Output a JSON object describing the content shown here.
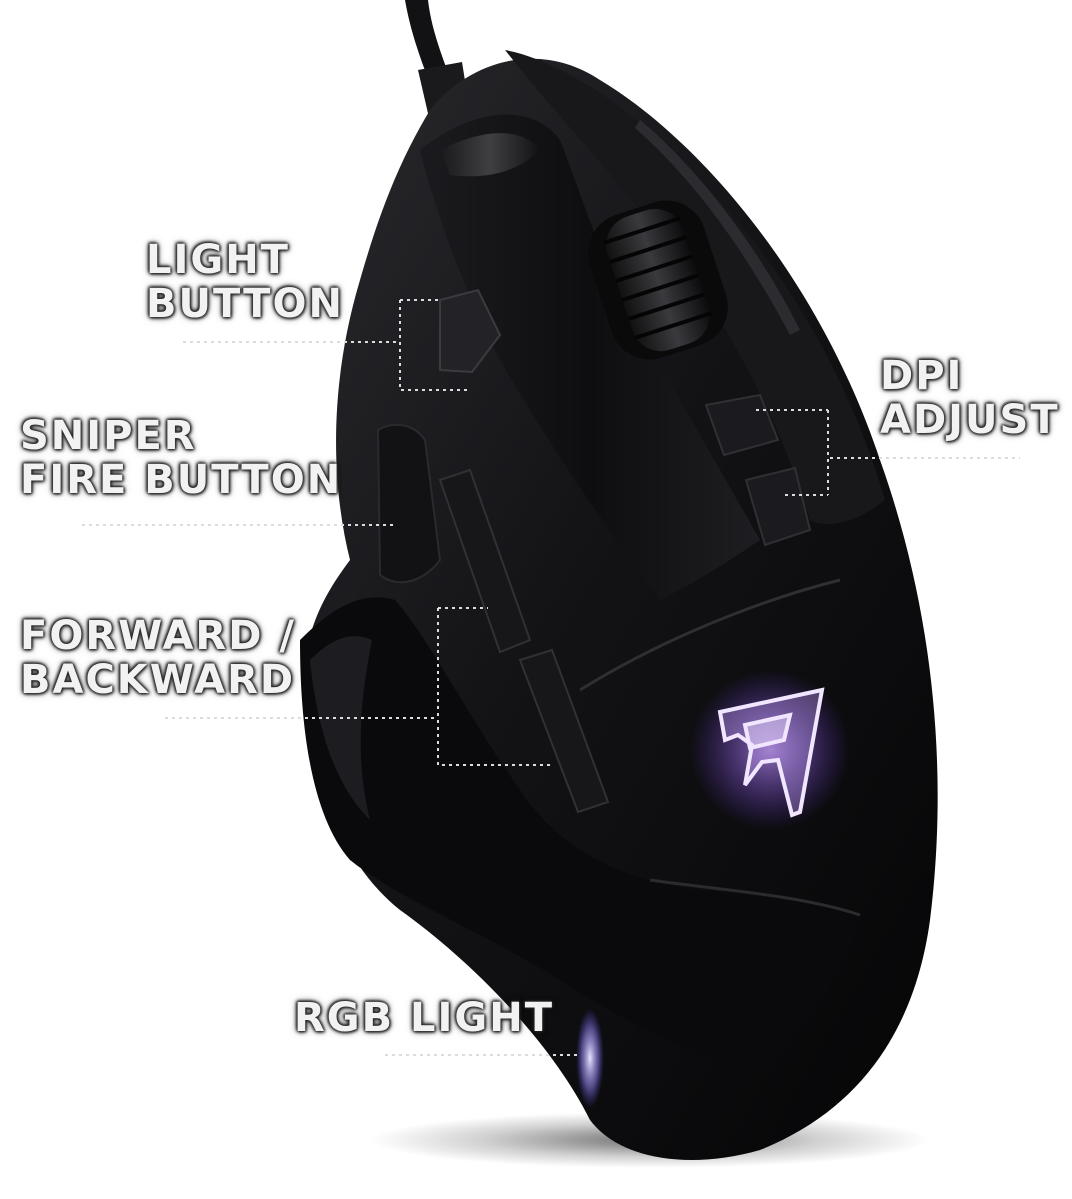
{
  "callouts": {
    "light_button": {
      "line1": "LIGHT",
      "line2": "BUTTON"
    },
    "sniper_fire_button": {
      "line1": "SNIPER",
      "line2": "FIRE BUTTON"
    },
    "forward_backward": {
      "line1": "FORWARD /",
      "line2": "BACKWARD"
    },
    "dpi_adjust": {
      "line1": "DPI",
      "line2": "ADJUST"
    },
    "rgb_light": {
      "line1": "RGB LIGHT"
    }
  },
  "colors": {
    "label_text": "#f2f2f2",
    "leader_line": "#dcdcdc",
    "logo_glow": "#b07dff",
    "body_black": "#0d0d0f"
  }
}
